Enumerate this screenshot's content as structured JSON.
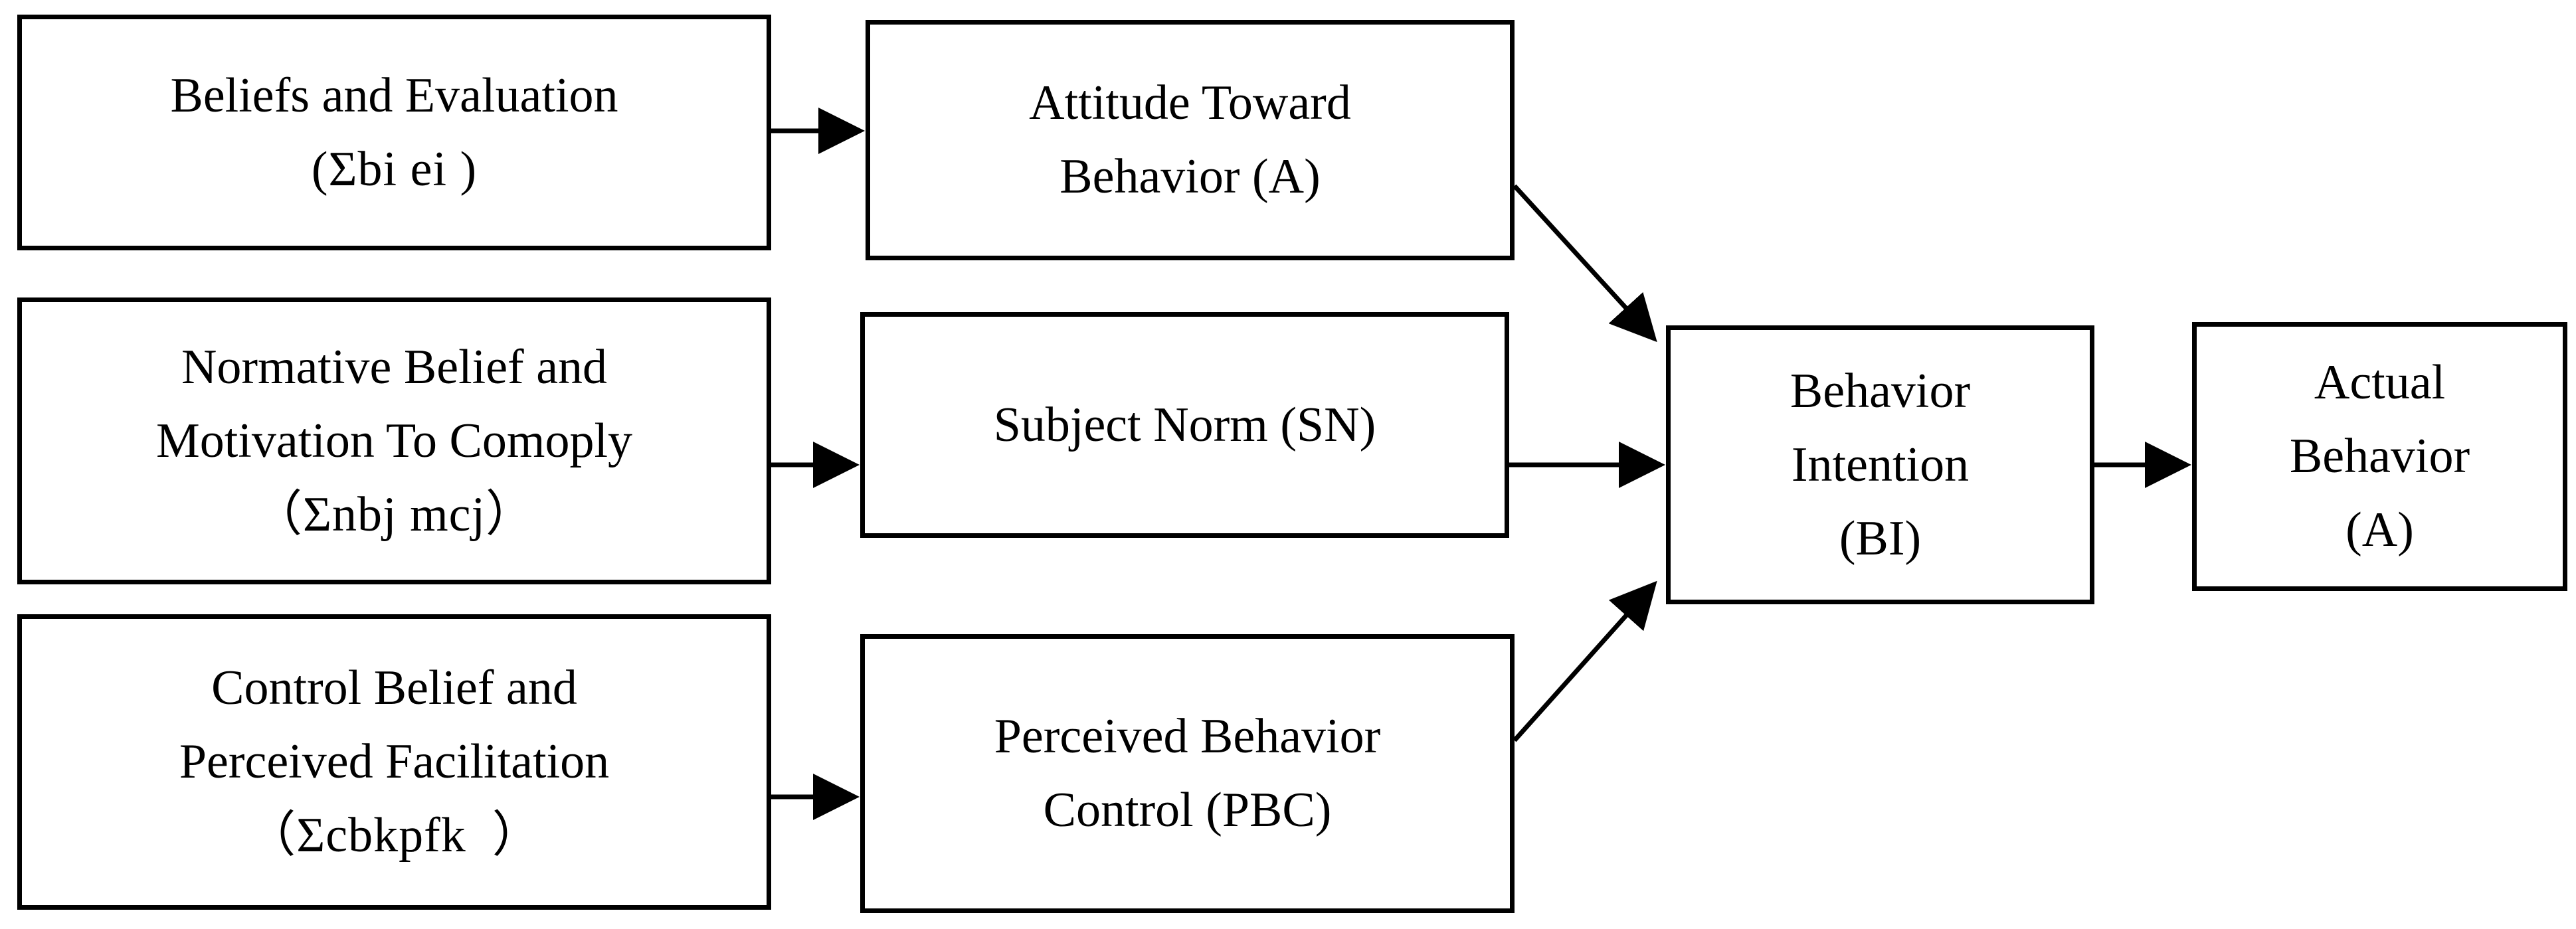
{
  "diagram": {
    "nodes": {
      "beliefs_evaluation": {
        "line1": "Beliefs and Evaluation",
        "line2": "(Σbi ei )"
      },
      "normative_belief": {
        "line1": "Normative Belief and",
        "line2": "Motivation To Comoply",
        "line3": "（Σnbj mcj）"
      },
      "control_belief": {
        "line1": "Control Belief and",
        "line2": "Perceived Facilitation",
        "line3": "（Σcbkpfk  ）"
      },
      "attitude": {
        "line1": "Attitude Toward",
        "line2": "Behavior (A)"
      },
      "subject_norm": {
        "line1": "Subject Norm (SN)"
      },
      "perceived_control": {
        "line1": "Perceived Behavior",
        "line2": "Control (PBC)"
      },
      "behavior_intention": {
        "line1": "Behavior",
        "line2": "Intention",
        "line3": "(BI)"
      },
      "actual_behavior": {
        "line1": "Actual",
        "line2": "Behavior",
        "line3": "(A)"
      }
    },
    "edges": [
      {
        "from": "beliefs_evaluation",
        "to": "attitude"
      },
      {
        "from": "normative_belief",
        "to": "subject_norm"
      },
      {
        "from": "control_belief",
        "to": "perceived_control"
      },
      {
        "from": "attitude",
        "to": "behavior_intention"
      },
      {
        "from": "subject_norm",
        "to": "behavior_intention"
      },
      {
        "from": "perceived_control",
        "to": "behavior_intention"
      },
      {
        "from": "behavior_intention",
        "to": "actual_behavior"
      }
    ],
    "colors": {
      "stroke": "#000000",
      "background": "#ffffff"
    }
  }
}
